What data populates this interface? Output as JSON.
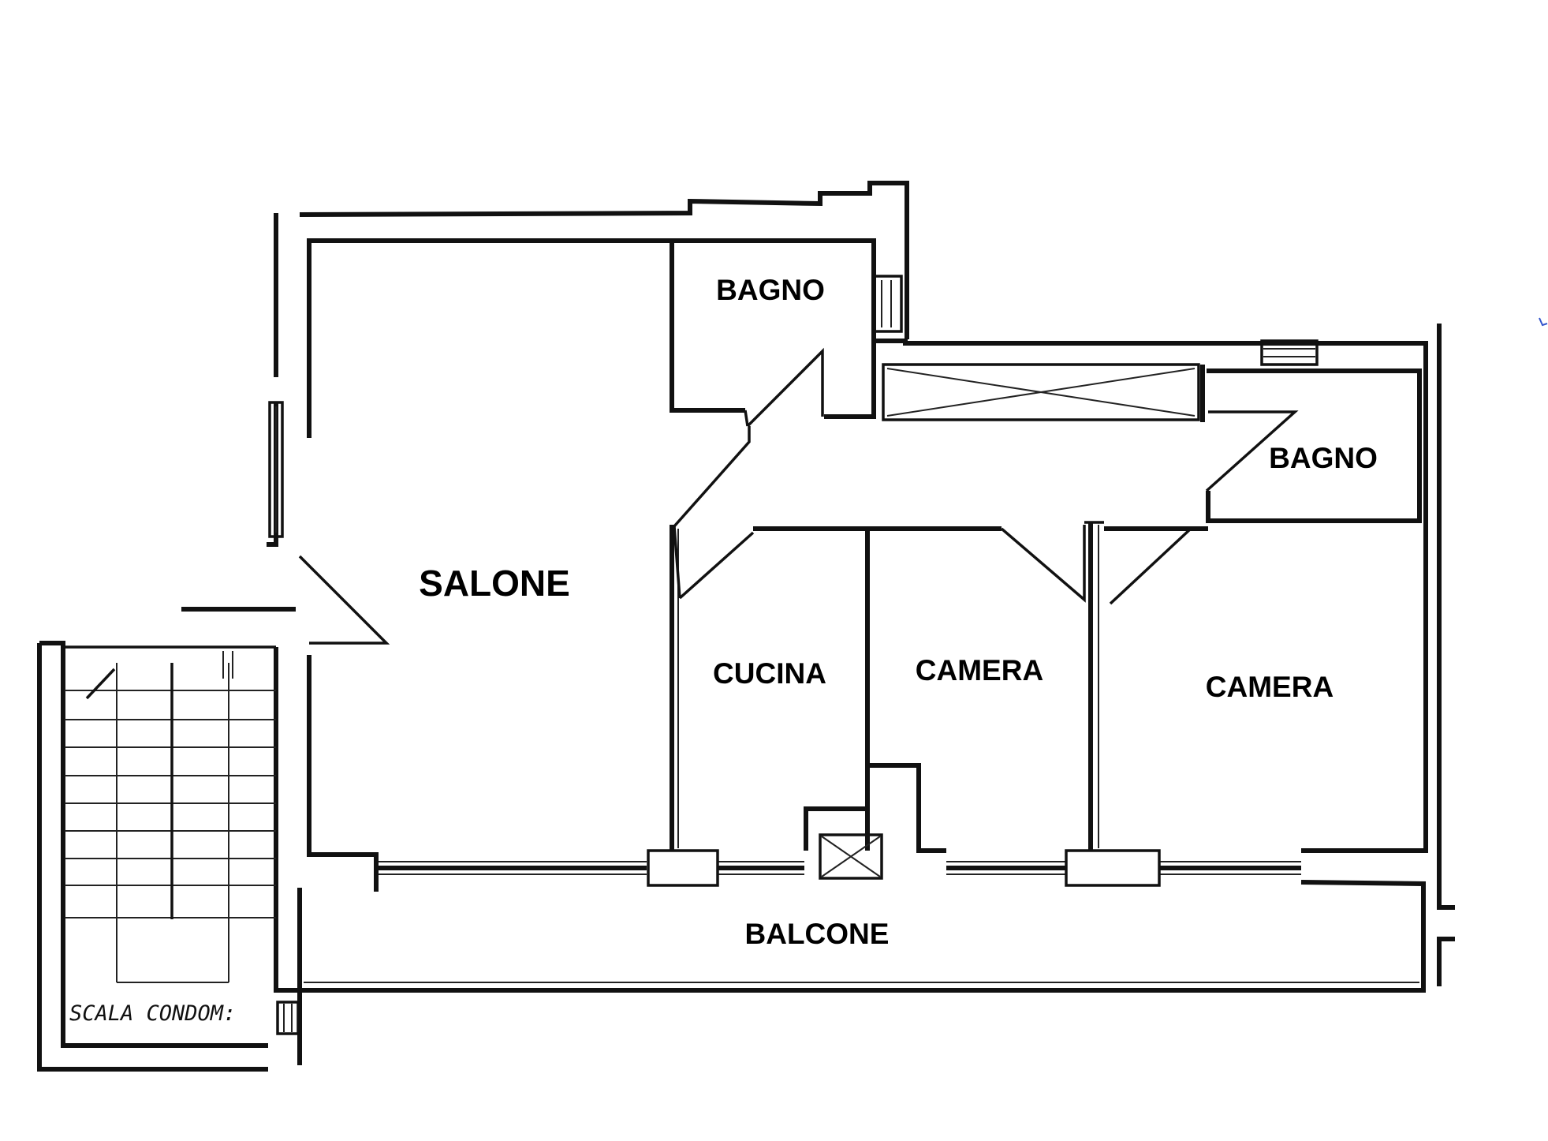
{
  "plan": {
    "rooms": {
      "salone": "SALONE",
      "bagno_top": "BAGNO",
      "bagno_right": "BAGNO",
      "cucina": "CUCINA",
      "camera_middle": "CAMERA",
      "camera_right": "CAMERA",
      "balcone": "BALCONE"
    },
    "stair_label": "SCALA CONDOM:"
  },
  "colors": {
    "ink": "#111111",
    "paper": "#ffffff",
    "accent_mark": "#3355cc"
  }
}
